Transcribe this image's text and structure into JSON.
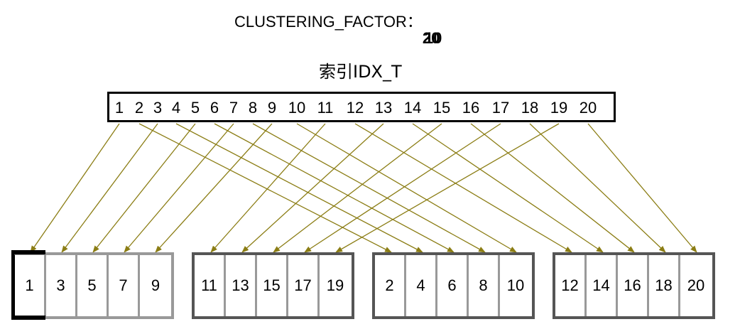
{
  "title": {
    "label": "CLUSTERING_FACTOR：",
    "value_overlapped_a": "20",
    "value_overlapped_b": "10"
  },
  "index": {
    "name": "索引IDX_T",
    "keys": [
      "1",
      "2",
      "3",
      "4",
      "5",
      "6",
      "7",
      "8",
      "9",
      "10",
      "11",
      "12",
      "13",
      "14",
      "15",
      "16",
      "17",
      "18",
      "19",
      "20"
    ]
  },
  "blocks": [
    {
      "rows": [
        "1",
        "3",
        "5",
        "7",
        "9"
      ]
    },
    {
      "rows": [
        "11",
        "13",
        "15",
        "17",
        "19"
      ]
    },
    {
      "rows": [
        "2",
        "4",
        "6",
        "8",
        "10"
      ]
    },
    {
      "rows": [
        "12",
        "14",
        "16",
        "18",
        "20"
      ]
    }
  ],
  "colors": {
    "arrow": "#8b7d14",
    "index_border": "#000000",
    "block_border": "#555555"
  }
}
